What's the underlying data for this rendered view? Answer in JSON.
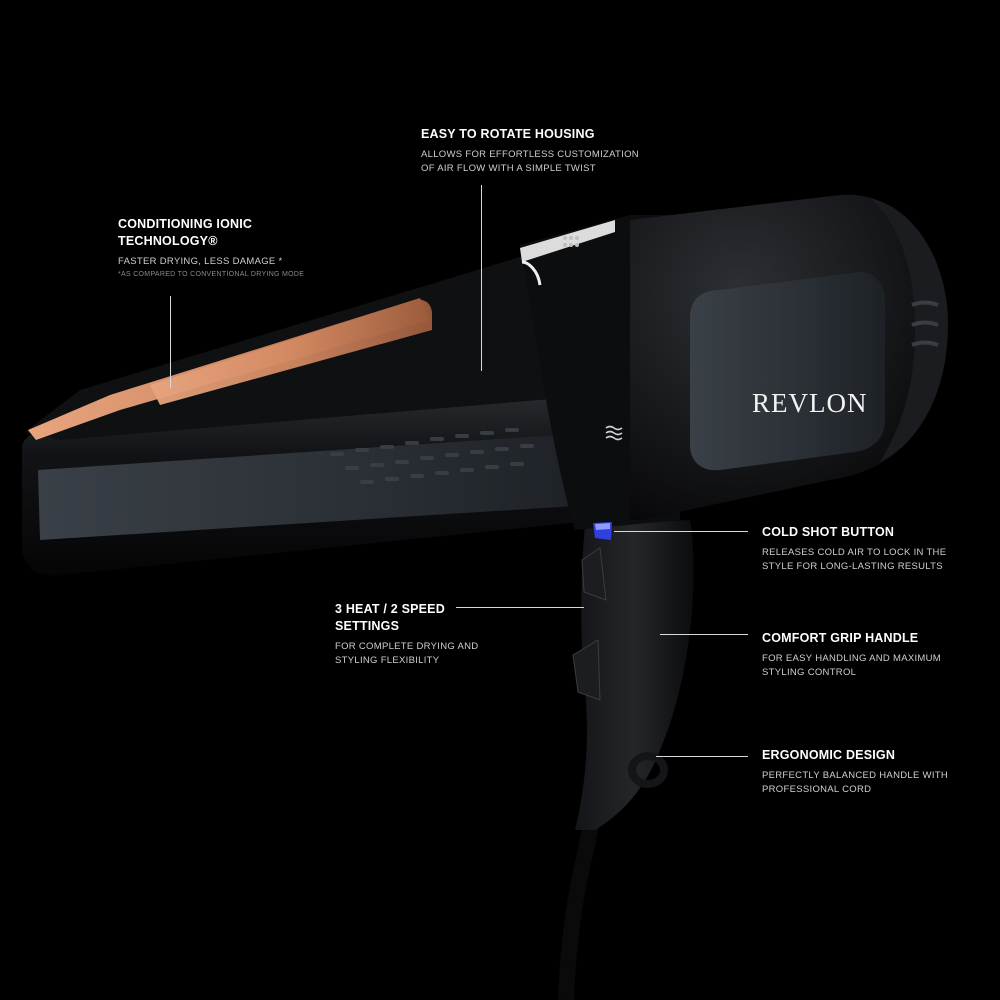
{
  "brand": "REVLON",
  "features": [
    {
      "id": "ionic",
      "title": "CONDITIONING IONIC TECHNOLOGY®",
      "title_line1": "CONDITIONING IONIC",
      "title_line2": "TECHNOLOGY®",
      "desc": "FASTER DRYING, LESS DAMAGE *",
      "note": "*AS COMPARED TO CONVENTIONAL DRYING MODE"
    },
    {
      "id": "rotate",
      "title": "EASY TO ROTATE HOUSING",
      "desc_line1": "ALLOWS FOR EFFORTLESS CUSTOMIZATION",
      "desc_line2": "OF AIR FLOW WITH A SIMPLE TWIST"
    },
    {
      "id": "cold-shot",
      "title": "COLD SHOT BUTTON",
      "desc_line1": "RELEASES COLD AIR TO LOCK IN THE",
      "desc_line2": "STYLE FOR LONG-LASTING RESULTS"
    },
    {
      "id": "heat-speed",
      "title_line1": "3 HEAT / 2 SPEED",
      "title_line2": "SETTINGS",
      "desc_line1": "FOR COMPLETE DRYING AND",
      "desc_line2": "STYLING FLEXIBILITY"
    },
    {
      "id": "grip",
      "title": "COMFORT GRIP HANDLE",
      "desc_line1": "FOR EASY HANDLING AND MAXIMUM",
      "desc_line2": "STYLING CONTROL"
    },
    {
      "id": "ergonomic",
      "title": "ERGONOMIC DESIGN",
      "desc_line1": "PERFECTLY BALANCED HANDLE WITH",
      "desc_line2": "PROFESSIONAL CORD"
    }
  ],
  "colors": {
    "background": "#000000",
    "body": "#0b0b0d",
    "copper_accent": "#d9906a",
    "cold_shot_button": "#2f3fe0"
  }
}
